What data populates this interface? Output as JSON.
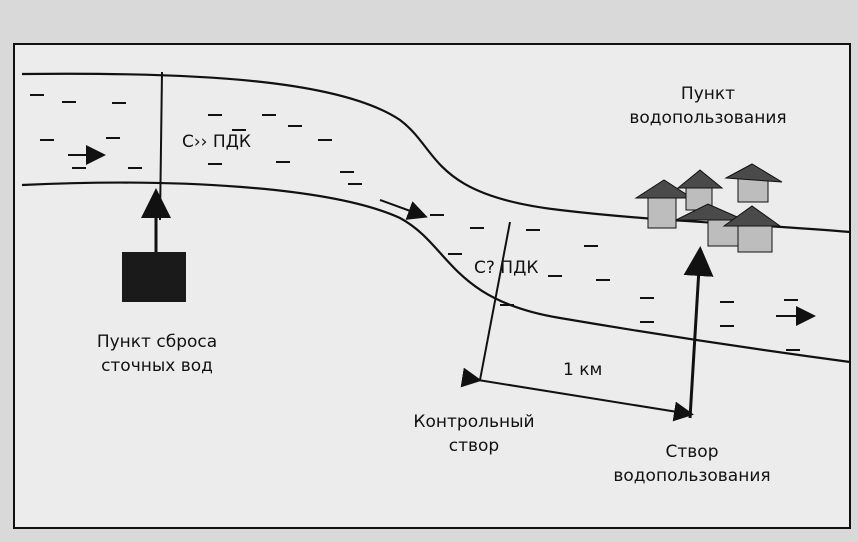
{
  "labels": {
    "concentration_upstream": "C›› ПДК",
    "concentration_downstream": "С? ПДК",
    "water_use_point_line1": "Пункт",
    "water_use_point_line2": "водопользования",
    "discharge_point_line1": "Пункт сброса",
    "discharge_point_line2": "сточных вод",
    "distance": "1 км",
    "control_section_line1": "Контрольный",
    "control_section_line2": "створ",
    "water_use_section_line1": "Створ",
    "water_use_section_line2": "водопользования"
  },
  "colors": {
    "background": "#d9d9d9",
    "frame_fill": "#ececec",
    "ink": "#111111",
    "outlet_block": "#1a1a1a",
    "roof_dark": "#4a4a4a",
    "wall_light": "#bdbdbd"
  },
  "icons": [
    "flow-arrow-icon",
    "houses-icon",
    "outlet-block-icon"
  ]
}
